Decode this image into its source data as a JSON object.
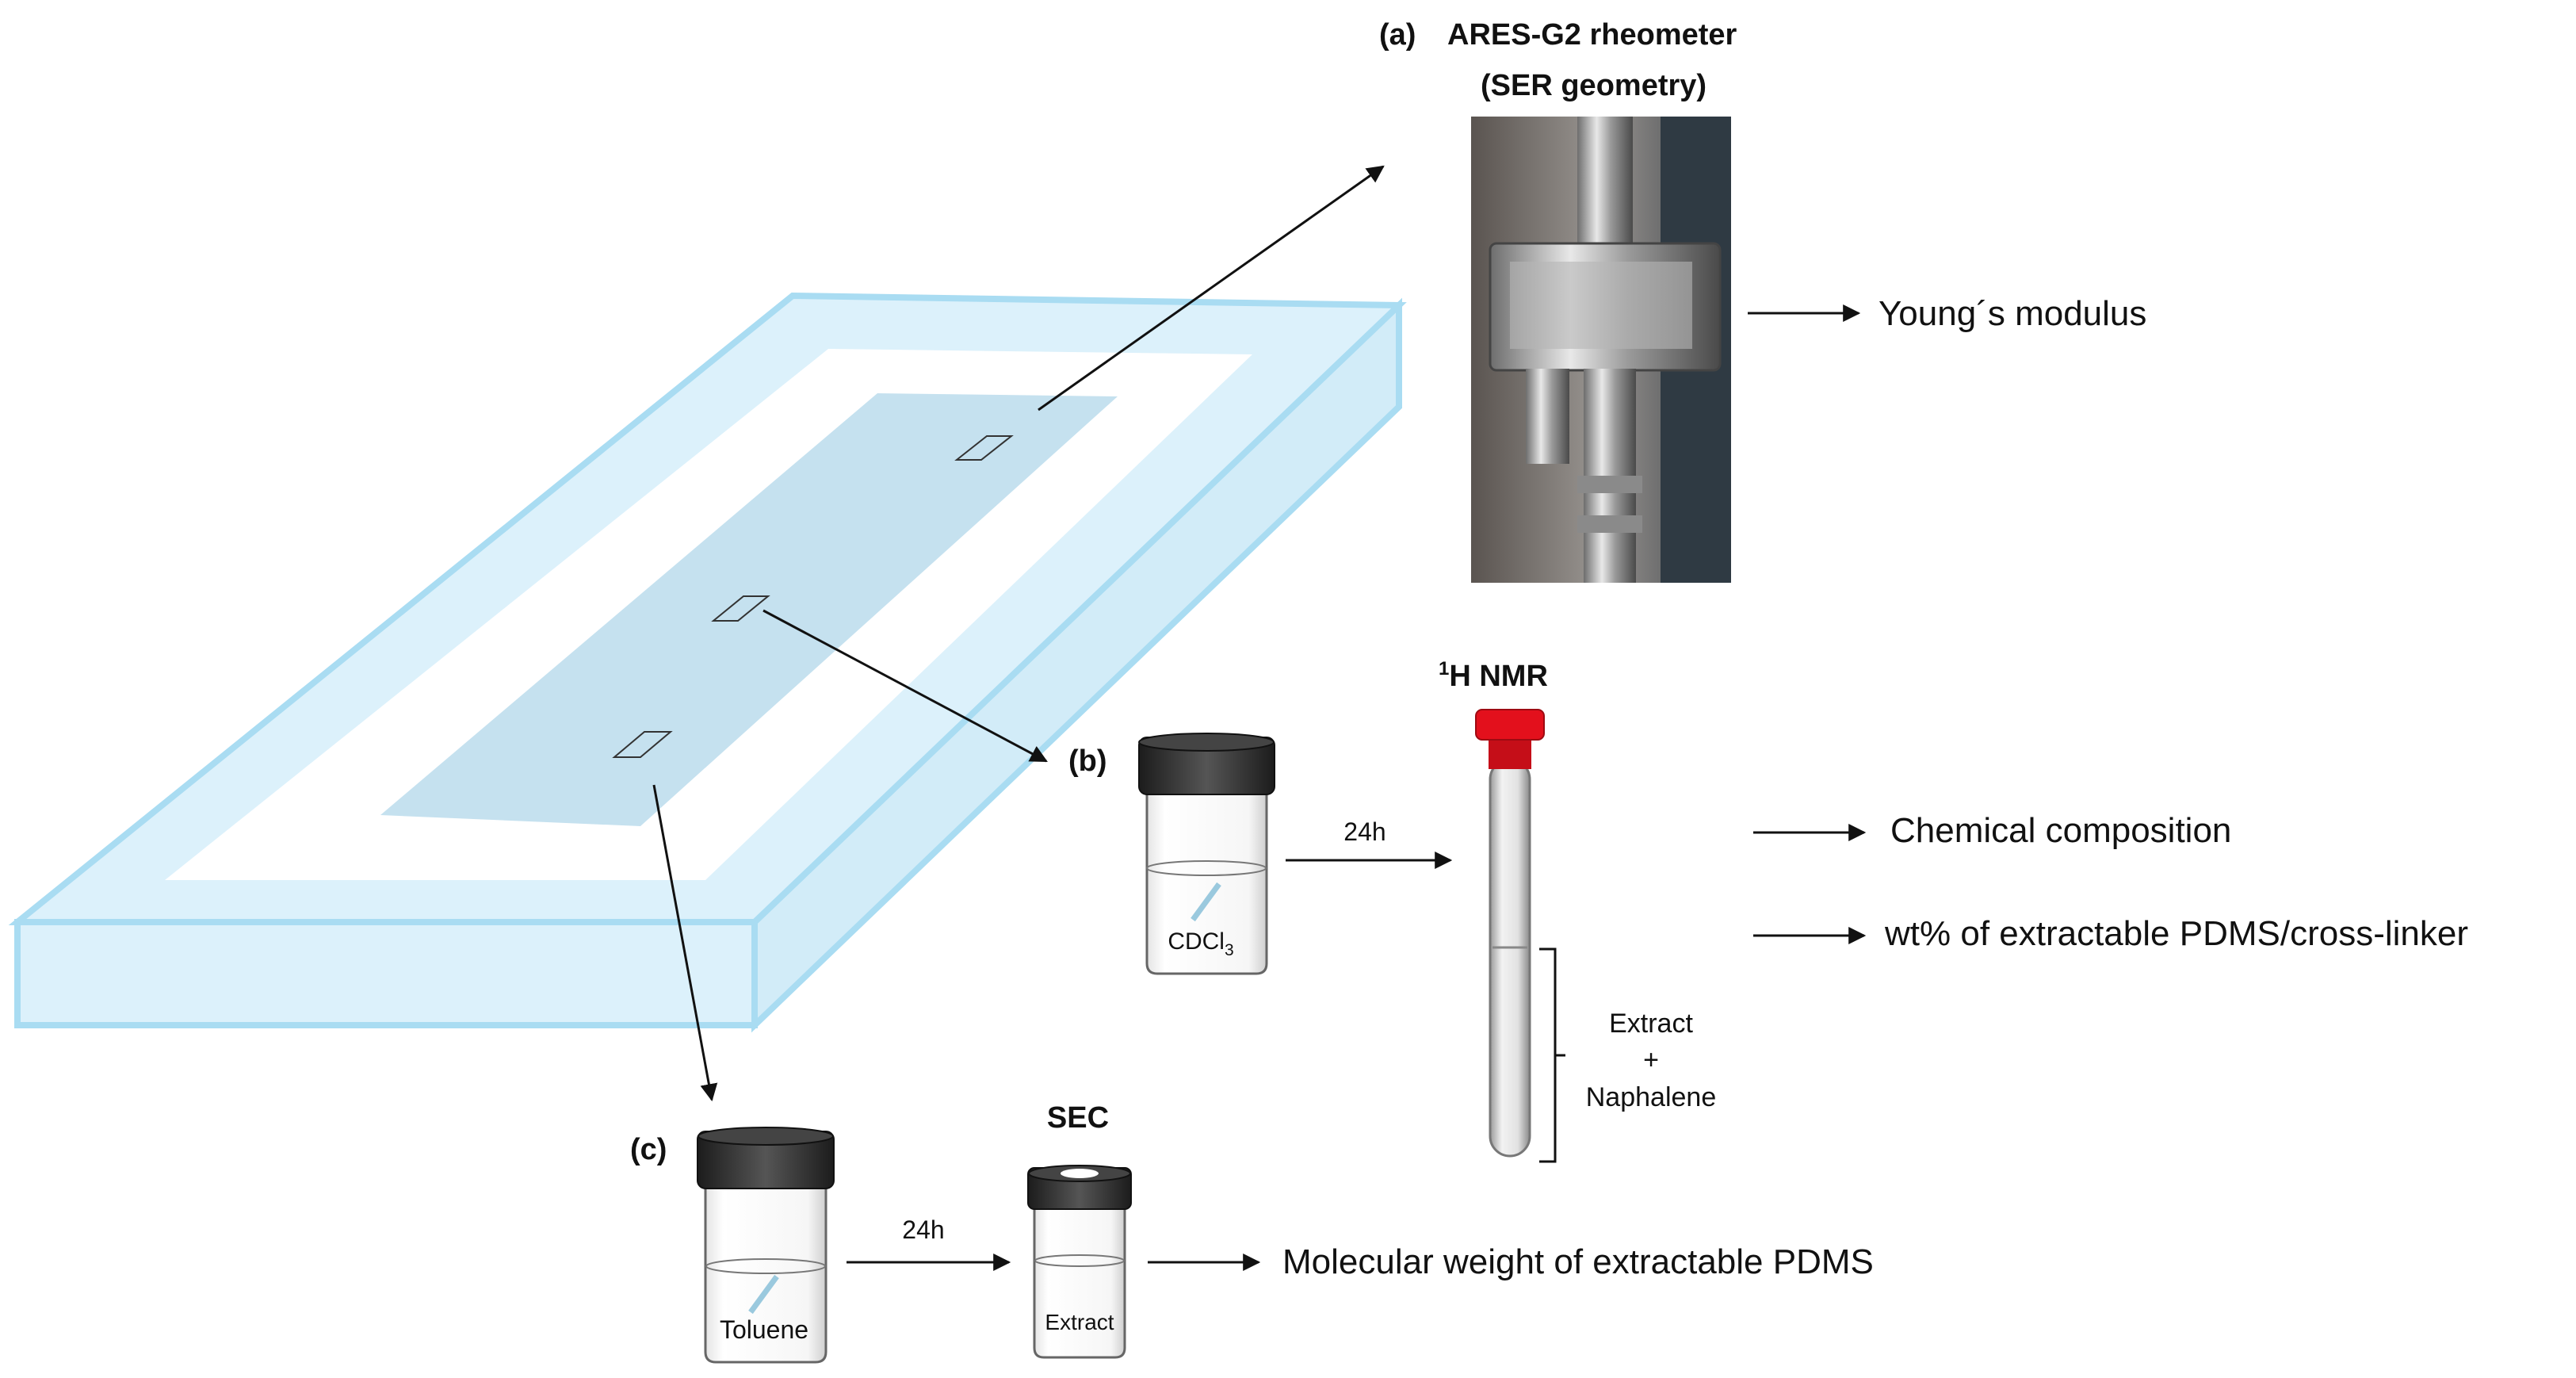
{
  "panel_a": {
    "tag": "(a)",
    "title": "ARES-G2 rheometer",
    "subtitle": "(SER geometry)",
    "result": "Young´s modulus"
  },
  "panel_b": {
    "tag": "(b)",
    "vial_solvent_base": "CDCl",
    "vial_solvent_sub": "3",
    "time": "24h",
    "nmr_sup": "1",
    "nmr_main": "H NMR",
    "tube_label_1": "Extract",
    "tube_label_2": "+",
    "tube_label_3": "Naphalene",
    "result_1": "Chemical composition",
    "result_2": "wt% of extractable PDMS/cross-linker"
  },
  "panel_c": {
    "tag": "(c)",
    "vial_solvent": "Toluene",
    "time": "24h",
    "sec_title": "SEC",
    "sec_vial_label": "Extract",
    "result": "Molecular weight of extractable PDMS"
  },
  "colors": {
    "mold_edge": "#a9dcf2",
    "mold_fill": "#dcf1fb",
    "film": "#c5e1ef",
    "cap_dark": "#2b2b2b",
    "cap_red": "#e3101c",
    "arrow": "#111111"
  }
}
